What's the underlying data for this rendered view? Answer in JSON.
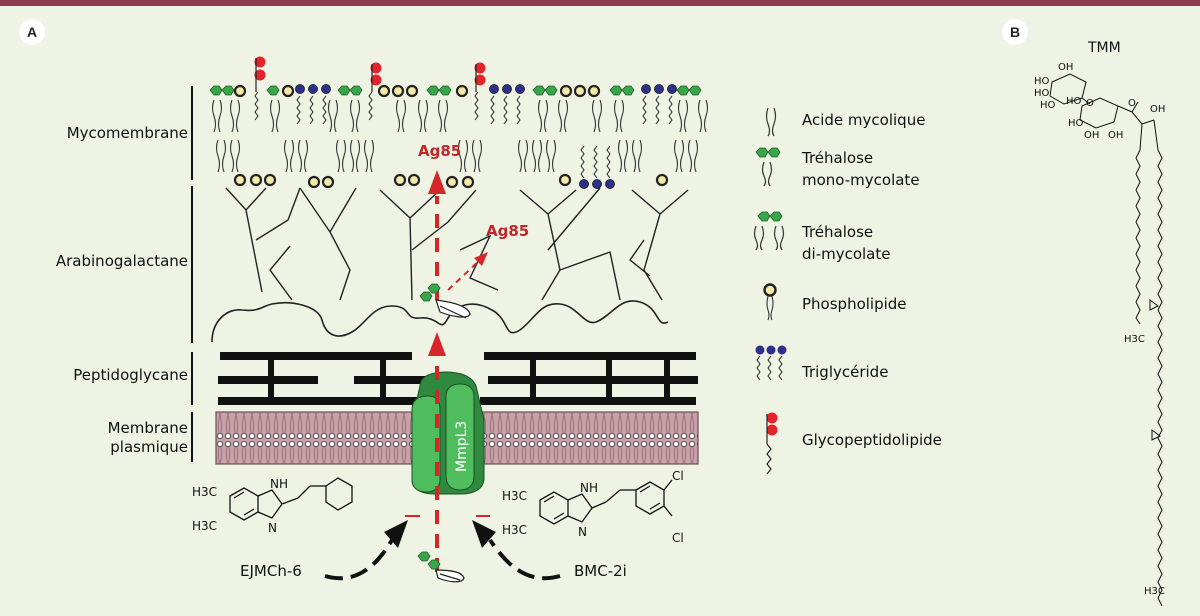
{
  "panel_a": {
    "badge": "A",
    "layers": {
      "mycomembrane": "Mycomembrane",
      "arabinogalactane": "Arabinogalactane",
      "peptidoglycane": "Peptidoglycane",
      "membrane_line1": "Membrane",
      "membrane_line2": "plasmique"
    },
    "enzyme_top": "Ag85",
    "enzyme_mid": "Ag85",
    "transporter": "MmpL3",
    "drug_left": {
      "name": "EJMCh-6",
      "formula_labels": [
        "H3C",
        "H3C",
        "NH",
        "N"
      ]
    },
    "drug_right": {
      "name": "BMC-2i",
      "formula_labels": [
        "H3C",
        "H3C",
        "NH",
        "N",
        "Cl",
        "Cl"
      ]
    }
  },
  "legend": {
    "items": [
      {
        "label_line1": "Acide mycolique",
        "label_line2": "",
        "icon": "mycolic-acid-icon"
      },
      {
        "label_line1": "Tréhalose",
        "label_line2": "mono-mycolate",
        "icon": "tmm-icon"
      },
      {
        "label_line1": "Tréhalose",
        "label_line2": "di-mycolate",
        "icon": "tdm-icon"
      },
      {
        "label_line1": "Phospholipide",
        "label_line2": "",
        "icon": "phospholipid-icon"
      },
      {
        "label_line1": "Triglycéride",
        "label_line2": "",
        "icon": "triglyceride-icon"
      },
      {
        "label_line1": "Glycopeptidolipide",
        "label_line2": "",
        "icon": "glycopeptidolipid-icon"
      }
    ]
  },
  "panel_b": {
    "badge": "B",
    "title": "TMM",
    "labels": {
      "oh": "OH",
      "ho": "HO",
      "o": "O",
      "h3c": "H3C"
    }
  },
  "colors": {
    "top_bar": "#8e3b4d",
    "background": "#eef3e4",
    "arrow_red": "#d7262a",
    "trehalose_green": "#3aa64a",
    "mmpl3_green": "#2f8a3f",
    "triglyceride_blue": "#2e2f8c",
    "membrane_pink": "#c8a0a8",
    "gpl_red": "#e3242b"
  }
}
